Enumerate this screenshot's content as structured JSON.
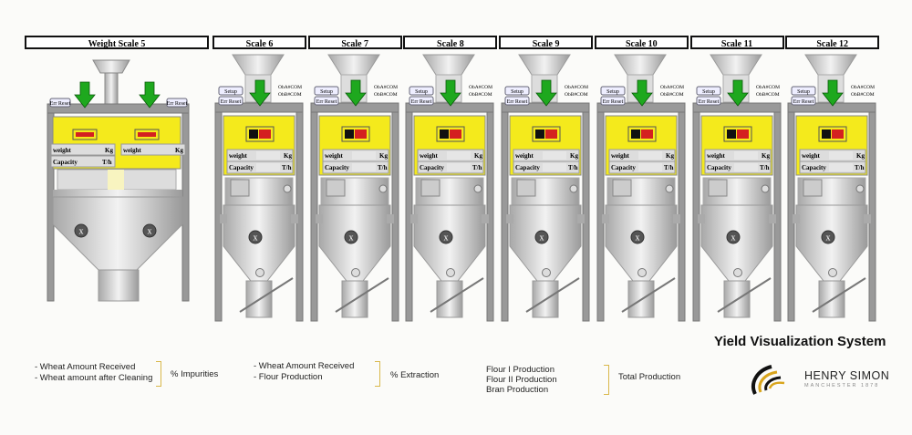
{
  "main_scale": {
    "title": "Weight Scale 5",
    "err_reset": "Err Reset",
    "weight_label": "weight",
    "weight_unit": "Kg",
    "capacity_label": "Capacity",
    "capacity_unit": "T/h"
  },
  "scales": [
    {
      "title": "Scale 6"
    },
    {
      "title": "Scale 7"
    },
    {
      "title": "Scale 8"
    },
    {
      "title": "Scale 9"
    },
    {
      "title": "Scale 10"
    },
    {
      "title": "Scale 11"
    },
    {
      "title": "Scale 12"
    }
  ],
  "scale_labels": {
    "setup": "Setup",
    "err_reset": "Err Reset",
    "com1": "ObA#COM",
    "com2": "ObB#COM",
    "weight": "weight",
    "kg": "Kg",
    "capacity": "Capacity",
    "th": "T/h"
  },
  "legend": {
    "group1": {
      "items": [
        "- Wheat Amount Received",
        "- Wheat amount after Cleaning"
      ],
      "result": "% Impurities"
    },
    "group2": {
      "items": [
        "- Wheat Amount Received",
        "- Flour Production"
      ],
      "result": "% Extraction"
    },
    "group3": {
      "items": [
        "Flour I Production",
        "Flour II Production",
        "Bran Production"
      ],
      "result": "Total Production"
    }
  },
  "system_title": "Yield Visualization System",
  "brand": {
    "name": "HENRY SIMON",
    "sub": "MANCHESTER 1878"
  },
  "colors": {
    "panel": "#f4ea1c",
    "arrow": "#1ea81e",
    "display_red": "#d42020"
  }
}
